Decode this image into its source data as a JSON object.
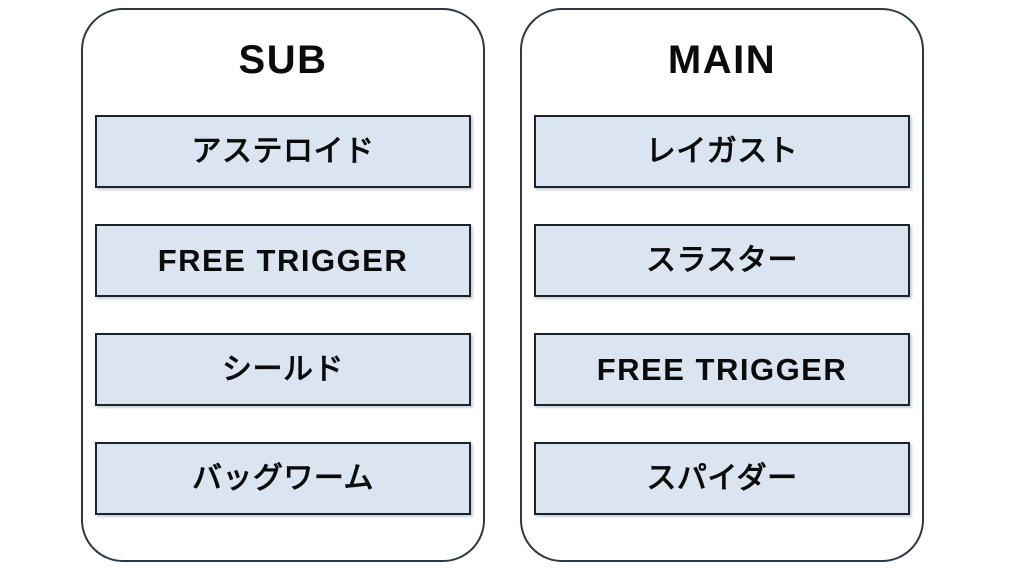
{
  "background_color": "#ffffff",
  "theme": {
    "panel_border_color": "#2d3a44",
    "item_fill_color": "#dbe5f1",
    "item_border_color": "#1c232b",
    "text_color": "#0b0b0b"
  },
  "panels": [
    {
      "id": "sub",
      "title": "SUB",
      "items": [
        {
          "label": "アステロイド",
          "script": "japanese"
        },
        {
          "label": "FREE  TRIGGER",
          "script": "latin"
        },
        {
          "label": "シールド",
          "script": "japanese"
        },
        {
          "label": "バッグワーム",
          "script": "japanese"
        }
      ]
    },
    {
      "id": "main",
      "title": "MAIN",
      "items": [
        {
          "label": "レイガスト",
          "script": "japanese"
        },
        {
          "label": "スラスター",
          "script": "japanese"
        },
        {
          "label": "FREE  TRIGGER",
          "script": "latin"
        },
        {
          "label": "スパイダー",
          "script": "japanese"
        }
      ]
    }
  ]
}
